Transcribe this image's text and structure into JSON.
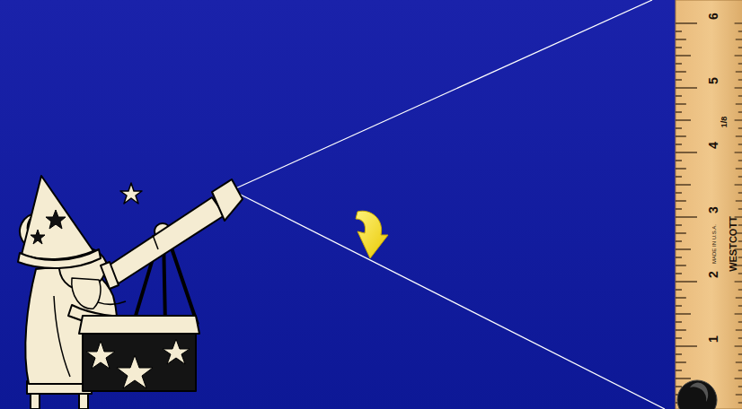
{
  "diagram": {
    "labels": [
      "6",
      "5",
      "4",
      "3",
      "2",
      "1",
      "MADE IN U.S.A.",
      "WESTCOTT",
      "1/8"
    ]
  }
}
